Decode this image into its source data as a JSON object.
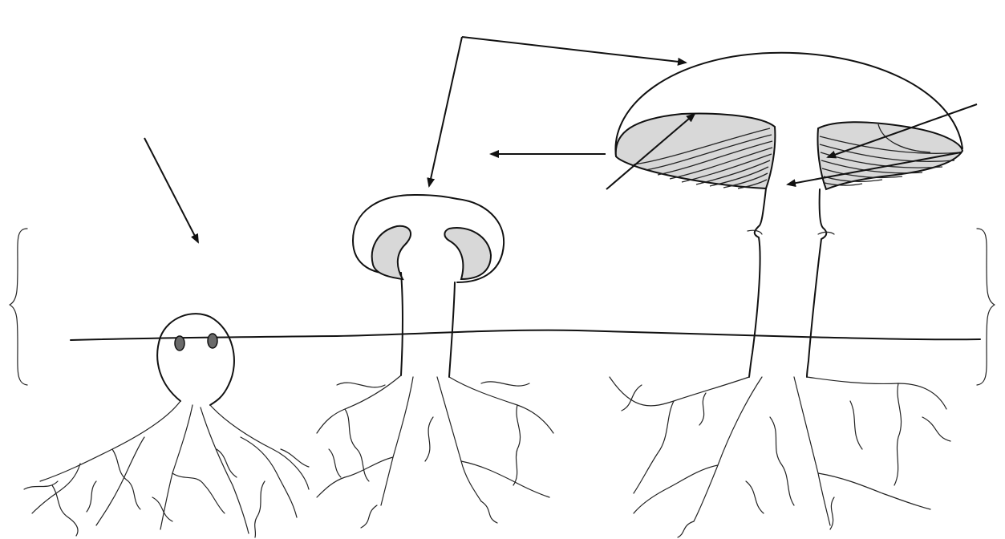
{
  "diagram": {
    "description_visible_text": [],
    "stages": [
      "button-stage",
      "young-mushroom",
      "mature-mushroom"
    ],
    "colors": {
      "ink": "#111111",
      "gill_fill": "#d8d8d8",
      "gill_shade": "#6a6a6a",
      "background": "#ffffff"
    }
  }
}
